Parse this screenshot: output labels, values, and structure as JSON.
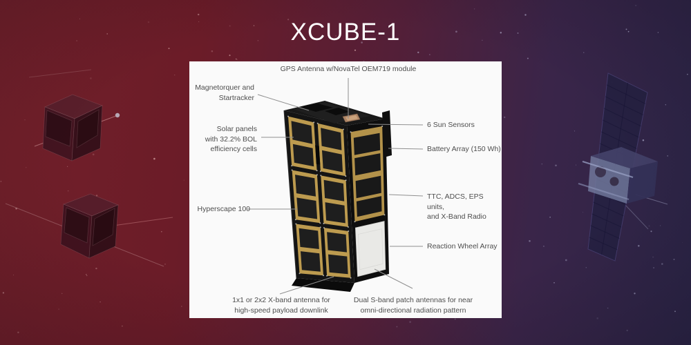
{
  "page_title": "XCUBE-1",
  "colors": {
    "bg_gradient_left": "#73202a",
    "bg_gradient_mid": "#531f38",
    "bg_gradient_right": "#2b2547",
    "panel_bg": "#fafafa",
    "title_text": "#ffffff",
    "label_text": "#4d4d4d",
    "callout_line": "#8f8f8f",
    "satellite_body": "#141414",
    "satellite_gold": "#bd9b4f",
    "satellite_gold_side": "#b3924a",
    "satellite_white_panel": "#e9e9e6",
    "gps_module_tan": "#ad8465"
  },
  "diagram": {
    "callouts": {
      "gps_antenna": "GPS Antenna w/NovaTel OEM719 module",
      "magnetorquer": "Magnetorquer and\nStartracker",
      "solar_panels": "Solar panels\nwith 32.2% BOL\nefficiency cells",
      "hyperscape": "Hyperscape 100",
      "sun_sensors": "6 Sun Sensors",
      "battery_array": "Battery Array (150 Wh)",
      "ttc_units": "TTC, ADCS, EPS units,\nand X-Band Radio",
      "reaction_wheel": "Reaction Wheel Array",
      "xband_antenna": "1x1 or 2x2 X-band antenna for\nhigh-speed payload downlink",
      "sband_antennas": "Dual S-band patch antennas for near\nomni-directional radiation pattern"
    }
  }
}
